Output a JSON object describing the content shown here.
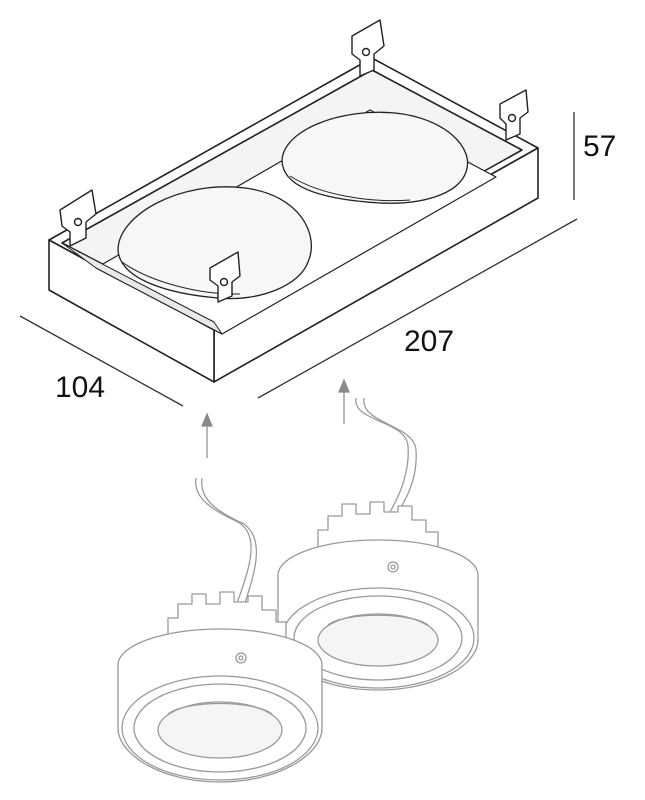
{
  "dimensions": {
    "height": "57",
    "length": "207",
    "width": "104"
  },
  "colors": {
    "frame_line": "#222222",
    "frame_fill": "#ffffff",
    "inner_shade": "#f2f2f2",
    "module_line": "#9a9a9a",
    "arrow": "#8a8a8a",
    "dimension_line": "#333333"
  }
}
